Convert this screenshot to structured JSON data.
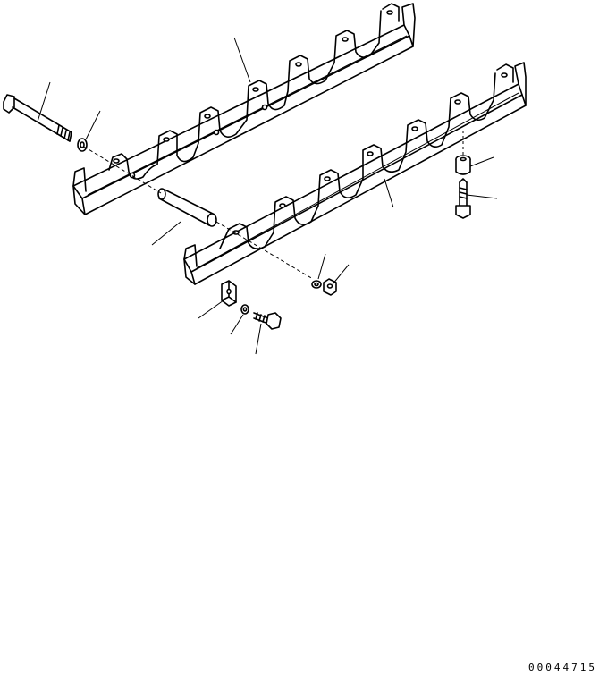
{
  "drawing": {
    "number": "00044715"
  },
  "parts": [
    {
      "name": "upper-guard-rail"
    },
    {
      "name": "lower-guard-rail"
    },
    {
      "name": "long-bolt"
    },
    {
      "name": "washer-left"
    },
    {
      "name": "spacer-pipe"
    },
    {
      "name": "bushing"
    },
    {
      "name": "short-bolt-vertical"
    },
    {
      "name": "washer-center"
    },
    {
      "name": "nut"
    },
    {
      "name": "plate"
    },
    {
      "name": "small-washer"
    },
    {
      "name": "hex-bolt"
    }
  ]
}
